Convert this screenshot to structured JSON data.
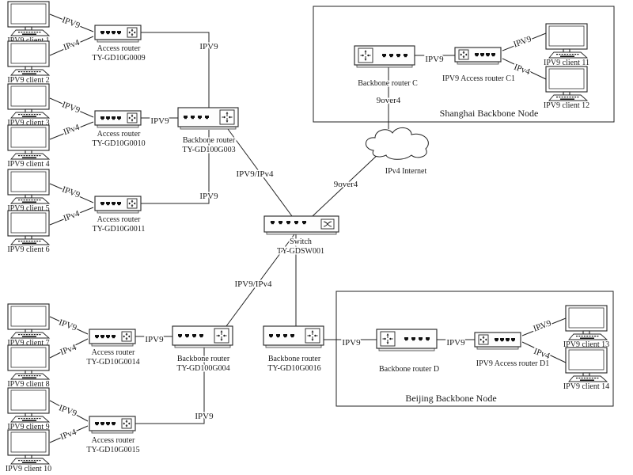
{
  "groups": {
    "shanghai": {
      "label": "Shanghai Backbone Node"
    },
    "beijing": {
      "label": "Beijing Backbone Node"
    }
  },
  "clients": [
    {
      "id": "c1",
      "label": "IPV9 client 1"
    },
    {
      "id": "c2",
      "label": "IPV9 client 2"
    },
    {
      "id": "c3",
      "label": "IPV9 client 3"
    },
    {
      "id": "c4",
      "label": "IPV9 client 4"
    },
    {
      "id": "c5",
      "label": "IPV9 client 5"
    },
    {
      "id": "c6",
      "label": "IPV9 client 6"
    },
    {
      "id": "c7",
      "label": "IPV9 client 7"
    },
    {
      "id": "c8",
      "label": "IPV9 client 8"
    },
    {
      "id": "c9",
      "label": "IPV9 client 9"
    },
    {
      "id": "c10",
      "label": "IPV9 client 10"
    },
    {
      "id": "c11",
      "label": "IPV9 client 11"
    },
    {
      "id": "c12",
      "label": "IPV9 client 12"
    },
    {
      "id": "c13",
      "label": "IPV9 client 13"
    },
    {
      "id": "c14",
      "label": "IPV9 client 14"
    }
  ],
  "devices": [
    {
      "id": "ar9",
      "type": "access-router",
      "lines": [
        "Access router",
        "TY-GD10G0009"
      ]
    },
    {
      "id": "ar10",
      "type": "access-router",
      "lines": [
        "Access router",
        "TY-GD10G0010"
      ]
    },
    {
      "id": "ar11",
      "type": "access-router",
      "lines": [
        "Access router",
        "TY-GD10G0011"
      ]
    },
    {
      "id": "ar14",
      "type": "access-router",
      "lines": [
        "Access router",
        "TY-GD10G0014"
      ]
    },
    {
      "id": "ar15",
      "type": "access-router",
      "lines": [
        "Access router",
        "TY-GD10G0015"
      ]
    },
    {
      "id": "br3",
      "type": "backbone-router",
      "lines": [
        "Backbone router",
        "TY-GD100G003"
      ]
    },
    {
      "id": "br4",
      "type": "backbone-router",
      "lines": [
        "Backbone router",
        "TY-GD100G004"
      ]
    },
    {
      "id": "br16",
      "type": "backbone-router",
      "lines": [
        "Backbone router",
        "TY-GD10G0016"
      ]
    },
    {
      "id": "sw",
      "type": "switch",
      "lines": [
        "Switch",
        "TY-GDSW001"
      ]
    },
    {
      "id": "brc",
      "type": "backbone-router",
      "lines": [
        "Backbone  router C"
      ]
    },
    {
      "id": "arc1",
      "type": "access-router",
      "lines": [
        "IPV9 Access router C1"
      ]
    },
    {
      "id": "brd",
      "type": "backbone-router",
      "lines": [
        "Backbone  router D"
      ]
    },
    {
      "id": "ard1",
      "type": "access-router",
      "lines": [
        "IPV9 Access router D1"
      ]
    },
    {
      "id": "cloud",
      "type": "cloud",
      "lines": [
        "IPv4 Internet"
      ]
    }
  ],
  "links": [
    {
      "id": "l-c1-ar9",
      "label": "IPV9"
    },
    {
      "id": "l-c2-ar9",
      "label": "IPv4"
    },
    {
      "id": "l-c3-ar10",
      "label": "IPV9"
    },
    {
      "id": "l-c4-ar10",
      "label": "IPv4"
    },
    {
      "id": "l-c5-ar11",
      "label": "IPV9"
    },
    {
      "id": "l-c6-ar11",
      "label": "IPv4"
    },
    {
      "id": "l-ar9-br3",
      "label": "IPV9"
    },
    {
      "id": "l-ar10-br3",
      "label": "IPV9"
    },
    {
      "id": "l-ar11-br3",
      "label": "IPV9"
    },
    {
      "id": "l-br3-sw",
      "label": "IPV9/IPv4"
    },
    {
      "id": "l-sw-cloud",
      "label": "9over4"
    },
    {
      "id": "l-cloud-brc",
      "label": "9over4"
    },
    {
      "id": "l-brc-arc1",
      "label": "IPV9"
    },
    {
      "id": "l-arc1-c11",
      "label": "IPV9"
    },
    {
      "id": "l-arc1-c12",
      "label": "IPv4"
    },
    {
      "id": "l-sw-br4",
      "label": "IPV9/IPv4"
    },
    {
      "id": "l-sw-br16",
      "label": ""
    },
    {
      "id": "l-c7-ar14",
      "label": "IPV9"
    },
    {
      "id": "l-c8-ar14",
      "label": "IPv4"
    },
    {
      "id": "l-c9-ar15",
      "label": "IPV9"
    },
    {
      "id": "l-c10-ar15",
      "label": "IPv4"
    },
    {
      "id": "l-ar14-br4",
      "label": "IPV9"
    },
    {
      "id": "l-ar15-br4",
      "label": "IPV9"
    },
    {
      "id": "l-br16-brd",
      "label": "IPV9"
    },
    {
      "id": "l-brd-ard1",
      "label": "IPV9"
    },
    {
      "id": "l-ard1-c13",
      "label": "IPV9"
    },
    {
      "id": "l-ard1-c14",
      "label": "IPv4"
    }
  ]
}
